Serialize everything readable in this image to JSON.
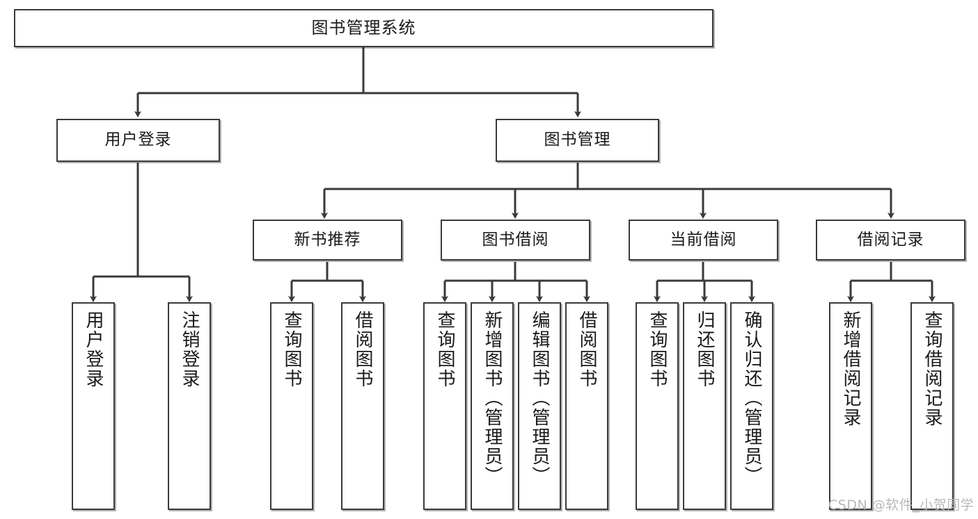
{
  "diagram": {
    "title": "图书管理系统",
    "type": "hierarchy-tree",
    "root": {
      "label": "图书管理系统"
    },
    "level2": [
      {
        "label": "用户登录"
      },
      {
        "label": "图书管理"
      }
    ],
    "level3": [
      {
        "label": "新书推荐"
      },
      {
        "label": "图书借阅"
      },
      {
        "label": "当前借阅"
      },
      {
        "label": "借阅记录"
      }
    ],
    "leaves": {
      "user_login": [
        {
          "label": "用户登录"
        },
        {
          "label": "注销登录"
        }
      ],
      "new_book_recommend": [
        {
          "label": "查询图书"
        },
        {
          "label": "借阅图书"
        }
      ],
      "book_borrow": [
        {
          "label": "查询图书"
        },
        {
          "label": "新增图书（管理员）"
        },
        {
          "label": "编辑图书（管理员）"
        },
        {
          "label": "借阅图书"
        }
      ],
      "current_borrow": [
        {
          "label": "查询图书"
        },
        {
          "label": "归还图书"
        },
        {
          "label": "确认归还（管理员）"
        }
      ],
      "borrow_record": [
        {
          "label": "新增借阅记录"
        },
        {
          "label": "查询借阅记录"
        }
      ]
    },
    "watermark": "CSDN @软件_小贺同学",
    "colors": {
      "stroke": "#3a3a3a",
      "fill": "#ffffff",
      "text": "#1a1a1a",
      "watermark": "#b9b9b9"
    }
  }
}
